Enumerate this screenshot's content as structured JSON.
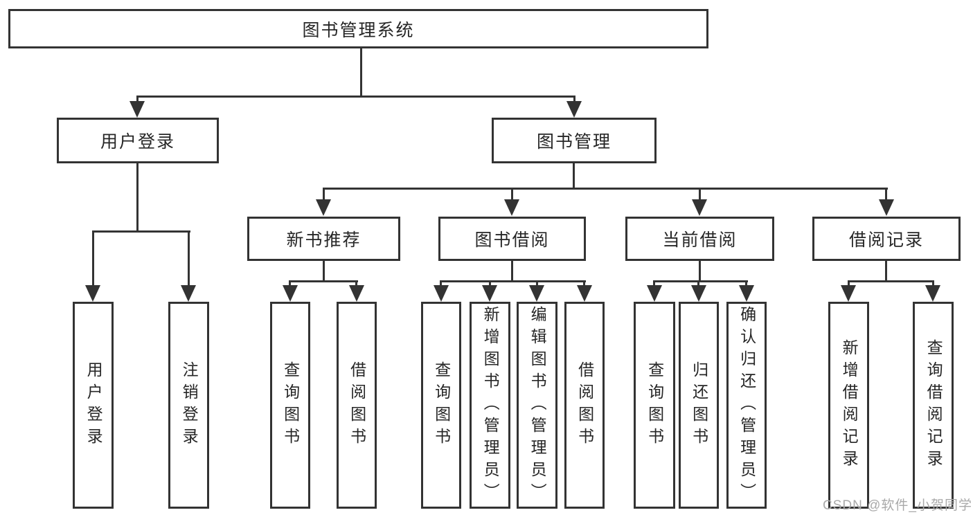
{
  "diagram": {
    "type": "hierarchy-tree",
    "root": "图书管理系统",
    "branches": [
      {
        "label": "用户登录",
        "children": [
          "用户登录",
          "注销登录"
        ]
      },
      {
        "label": "图书管理",
        "groups": [
          {
            "label": "新书推荐",
            "children": [
              "查询图书",
              "借阅图书"
            ]
          },
          {
            "label": "图书借阅",
            "children": [
              "查询图书",
              "新增图书（管理员）",
              "编辑图书（管理员）",
              "借阅图书"
            ]
          },
          {
            "label": "当前借阅",
            "children": [
              "查询图书",
              "归还图书",
              "确认归还（管理员）"
            ]
          },
          {
            "label": "借阅记录",
            "children": [
              "新增借阅记录",
              "查询借阅记录"
            ]
          }
        ]
      }
    ]
  },
  "watermark": "CSDN @软件_小贺同学",
  "colors": {
    "line": "#333333",
    "box_background": "#ffffff",
    "text": "#262626",
    "watermark": "#a9a9a9",
    "page_background": "#ffffff"
  }
}
